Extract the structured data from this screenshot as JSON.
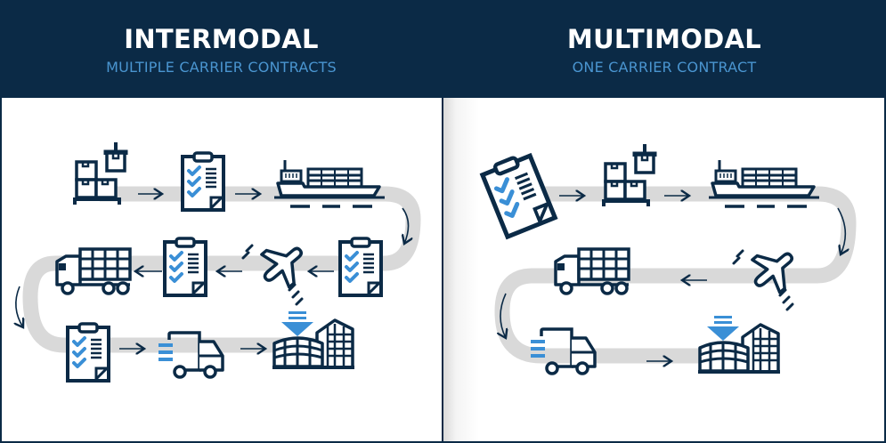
{
  "colors": {
    "navy": "#0b2a46",
    "accent_blue": "#3a8fd6",
    "subtitle_blue": "#4a95d0",
    "path_gray": "#d9d9d9",
    "panel_bg": "#ffffff"
  },
  "intermodal": {
    "title": "INTERMODAL",
    "subtitle": "MULTIPLE CARRIER CONTRACTS",
    "steps": [
      {
        "icon": "warehouse-crane-boxes-icon"
      },
      {
        "icon": "clipboard-checklist-icon"
      },
      {
        "icon": "cargo-ship-icon"
      },
      {
        "icon": "clipboard-checklist-icon"
      },
      {
        "icon": "airplane-icon"
      },
      {
        "icon": "clipboard-checklist-icon"
      },
      {
        "icon": "freight-truck-icon"
      },
      {
        "icon": "clipboard-checklist-icon"
      },
      {
        "icon": "delivery-truck-icon"
      },
      {
        "icon": "building-delivery-icon"
      }
    ]
  },
  "multimodal": {
    "title": "MULTIMODAL",
    "subtitle": "ONE CARRIER CONTRACT",
    "steps": [
      {
        "icon": "clipboard-checklist-icon"
      },
      {
        "icon": "warehouse-crane-boxes-icon"
      },
      {
        "icon": "cargo-ship-icon"
      },
      {
        "icon": "airplane-icon"
      },
      {
        "icon": "freight-truck-icon"
      },
      {
        "icon": "delivery-truck-icon"
      },
      {
        "icon": "building-delivery-icon"
      }
    ]
  }
}
